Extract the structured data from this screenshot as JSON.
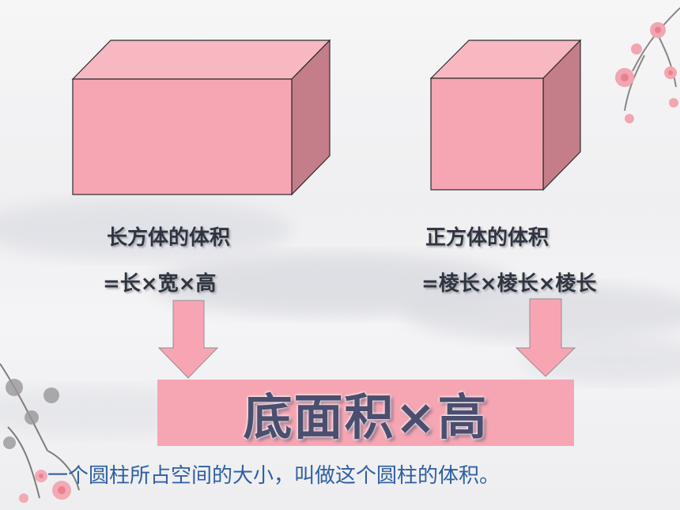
{
  "cuboid": {
    "label": "长方体的体积",
    "formula": "=长×宽×高"
  },
  "cube": {
    "label": "正方体的体积",
    "formula": "=棱长×棱长×棱长"
  },
  "result": {
    "text": "底面积×高"
  },
  "definition": {
    "text": "一个圆柱所占空间的大小，叫做这个圆柱的体积。"
  },
  "colors": {
    "box_front": "#f6a6b3",
    "box_top": "#f7b8c2",
    "box_side": "#c47e8a",
    "arrow": "#f7a5b3",
    "result_bg": "#f6a6b3",
    "result_text": "#4b4e6e",
    "definition_text": "#2e5fa2"
  },
  "icons": {
    "decor_top_right": "plum-blossom-branch-icon",
    "decor_bottom_left": "plum-blossom-branch-icon"
  }
}
